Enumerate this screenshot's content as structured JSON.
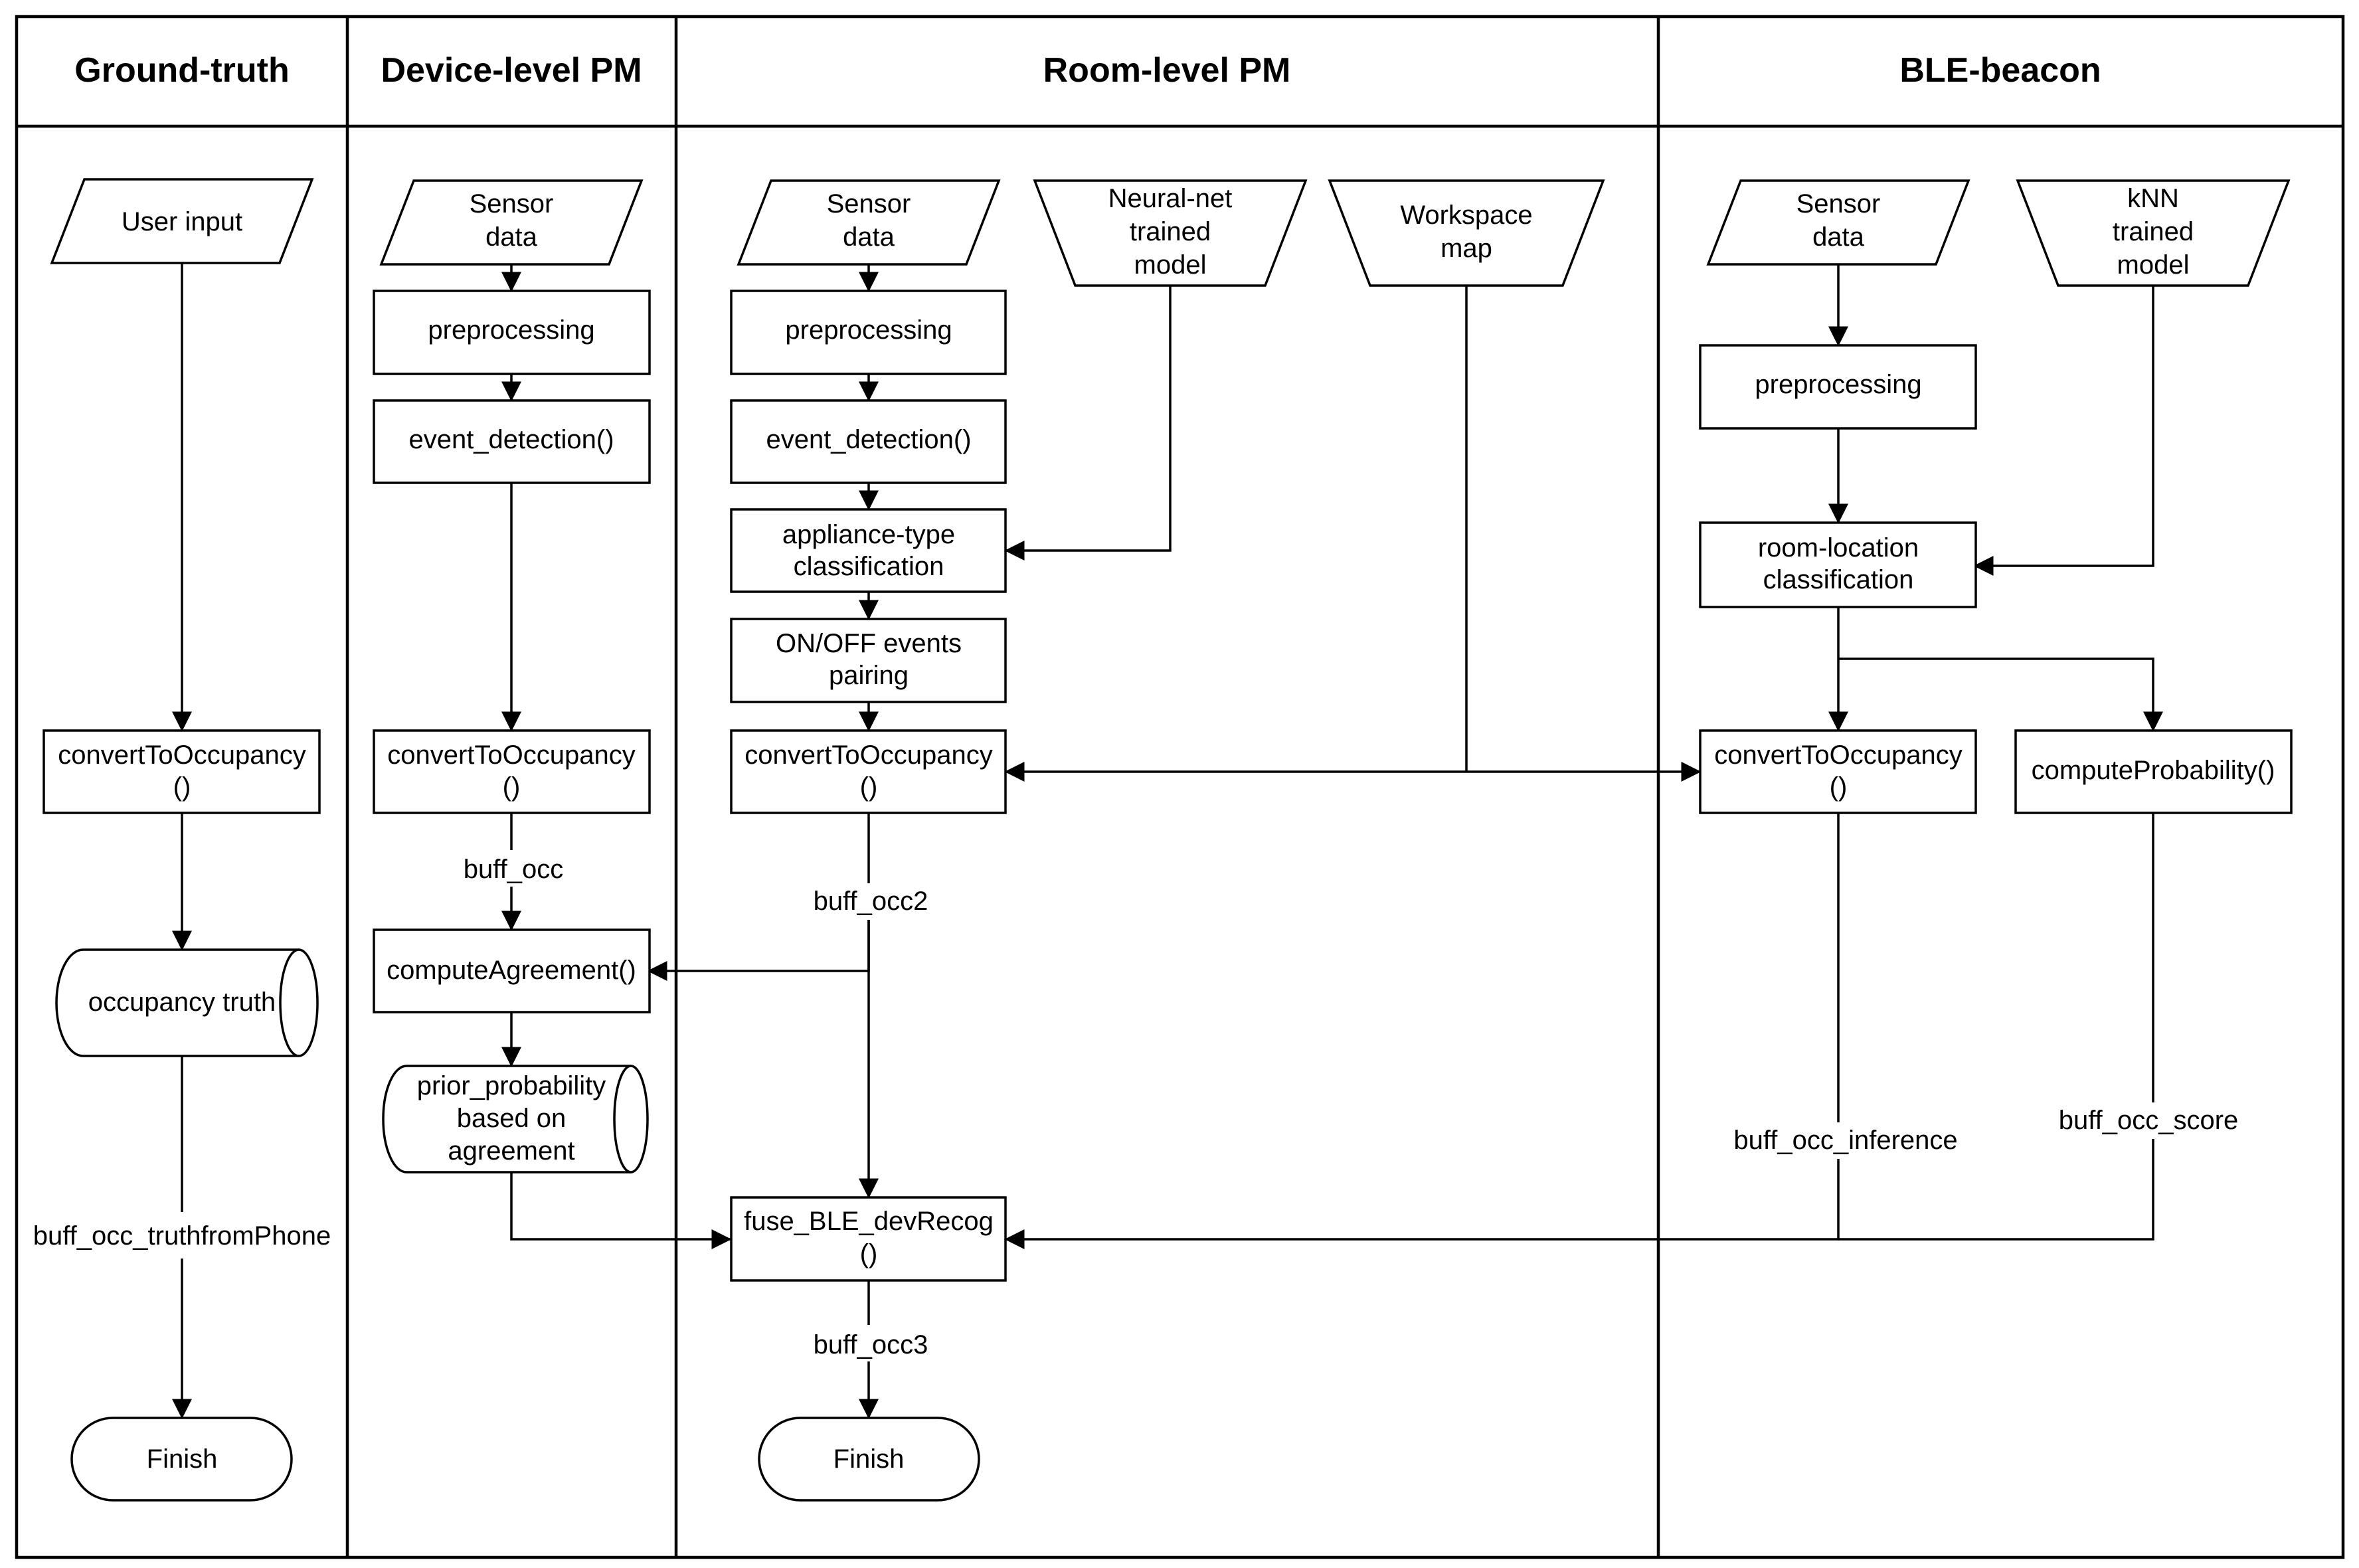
{
  "lanes": {
    "ground_truth": "Ground-truth",
    "device_pm": "Device-level PM",
    "room_pm": "Room-level PM",
    "ble": "BLE-beacon"
  },
  "ground_truth": {
    "user_input": "User input",
    "convert": [
      "convertToOccupancy",
      "()"
    ],
    "occupancy_truth": "occupancy truth",
    "buff_label": "buff_occ_truthfromPhone",
    "finish": "Finish"
  },
  "device_pm": {
    "sensor_data": [
      "Sensor",
      "data"
    ],
    "preprocessing": "preprocessing",
    "event_detection": "event_detection()",
    "convert": [
      "convertToOccupancy",
      "()"
    ],
    "buff_label": "buff_occ",
    "compute_agreement": "computeAgreement()",
    "prior_probability": [
      "prior_probability",
      "based on",
      "agreement"
    ]
  },
  "room_pm": {
    "sensor_data": [
      "Sensor",
      "data"
    ],
    "neural_net": [
      "Neural-net",
      "trained",
      "model"
    ],
    "workspace_map": [
      "Workspace",
      "map"
    ],
    "preprocessing": "preprocessing",
    "event_detection": "event_detection()",
    "appliance_classification": [
      "appliance-type",
      "classification"
    ],
    "onoff_pairing": [
      "ON/OFF events",
      "pairing"
    ],
    "convert": [
      "convertToOccupancy",
      "()"
    ],
    "buff_label": "buff_occ2",
    "fuse": [
      "fuse_BLE_devRecog",
      "()"
    ],
    "buff_label_3": "buff_occ3",
    "finish": "Finish"
  },
  "ble": {
    "sensor_data": [
      "Sensor",
      "data"
    ],
    "knn": [
      "kNN",
      "trained",
      "model"
    ],
    "preprocessing": "preprocessing",
    "room_classification": [
      "room-location",
      "classification"
    ],
    "convert": [
      "convertToOccupancy",
      "()"
    ],
    "compute_probability": "computeProbability()",
    "buff_inference": "buff_occ_inference",
    "buff_score": "buff_occ_score"
  }
}
